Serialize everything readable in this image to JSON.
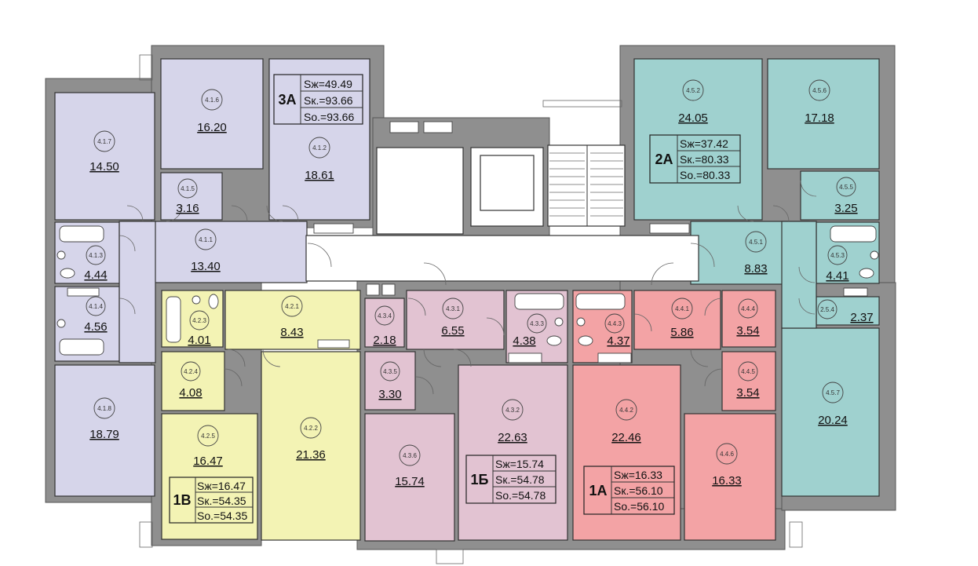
{
  "rooms": {
    "r417": {
      "id": "4.1.7",
      "area": "14.50"
    },
    "r416": {
      "id": "4.1.6",
      "area": "16.20"
    },
    "r412": {
      "id": "4.1.2",
      "area": "18.61"
    },
    "r415": {
      "id": "4.1.5",
      "area": "3.16"
    },
    "r411": {
      "id": "4.1.1",
      "area": "13.40"
    },
    "r413": {
      "id": "4.1.3",
      "area": "4.44"
    },
    "r414": {
      "id": "4.1.4",
      "area": "4.56"
    },
    "r418": {
      "id": "4.1.8",
      "area": "18.79"
    },
    "r423": {
      "id": "4.2.3",
      "area": "4.01"
    },
    "r421": {
      "id": "4.2.1",
      "area": "8.43"
    },
    "r424": {
      "id": "4.2.4",
      "area": "4.08"
    },
    "r425": {
      "id": "4.2.5",
      "area": "16.47"
    },
    "r422": {
      "id": "4.2.2",
      "area": "21.36"
    },
    "r434": {
      "id": "4.3.4",
      "area": "2.18"
    },
    "r431": {
      "id": "4.3.1",
      "area": "6.55"
    },
    "r433": {
      "id": "4.3.3",
      "area": "4.38"
    },
    "r435": {
      "id": "4.3.5",
      "area": "3.30"
    },
    "r436": {
      "id": "4.3.6",
      "area": "15.74"
    },
    "r432": {
      "id": "4.3.2",
      "area": "22.63"
    },
    "r443": {
      "id": "4.4.3",
      "area": "4.37"
    },
    "r441": {
      "id": "4.4.1",
      "area": "5.86"
    },
    "r444": {
      "id": "4.4.4",
      "area": "3.54"
    },
    "r445": {
      "id": "4.4.5",
      "area": "3.54"
    },
    "r442": {
      "id": "4.4.2",
      "area": "22.46"
    },
    "r446": {
      "id": "4.4.6",
      "area": "16.33"
    },
    "r452": {
      "id": "4.5.2",
      "area": "24.05"
    },
    "r456": {
      "id": "4.5.6",
      "area": "17.18"
    },
    "r455": {
      "id": "4.5.5",
      "area": "3.25"
    },
    "r451": {
      "id": "4.5.1",
      "area": "8.83"
    },
    "r453": {
      "id": "4.5.3",
      "area": "4.41"
    },
    "r254": {
      "id": "2.5.4",
      "area": "2.37"
    },
    "r457": {
      "id": "4.5.7",
      "area": "20.24"
    }
  },
  "apartments": {
    "a3A": {
      "label": "3А",
      "sz": "Sж=49.49",
      "sk": "Sк.=93.66",
      "so": "Sо.=93.66"
    },
    "a2A": {
      "label": "2А",
      "sz": "Sж=37.42",
      "sk": "Sк.=80.33",
      "so": "Sо.=80.33"
    },
    "a1B": {
      "label": "1В",
      "sz": "Sж=16.47",
      "sk": "Sк.=54.35",
      "so": "Sо.=54.35"
    },
    "a1Bb": {
      "label": "1Б",
      "sz": "Sж=15.74",
      "sk": "Sк.=54.78",
      "so": "Sо.=54.78"
    },
    "a1A": {
      "label": "1А",
      "sz": "Sж=16.33",
      "sk": "Sк.=56.10",
      "so": "Sо.=56.10"
    }
  },
  "colors": {
    "apartment_3A": "#d6d5ea",
    "apartment_1V": "#f3f3b4",
    "apartment_1B": "#e2c3d2",
    "apartment_1A": "#f3a3a5",
    "apartment_2A": "#9fd1cf",
    "walls": "#8f8f8f"
  }
}
